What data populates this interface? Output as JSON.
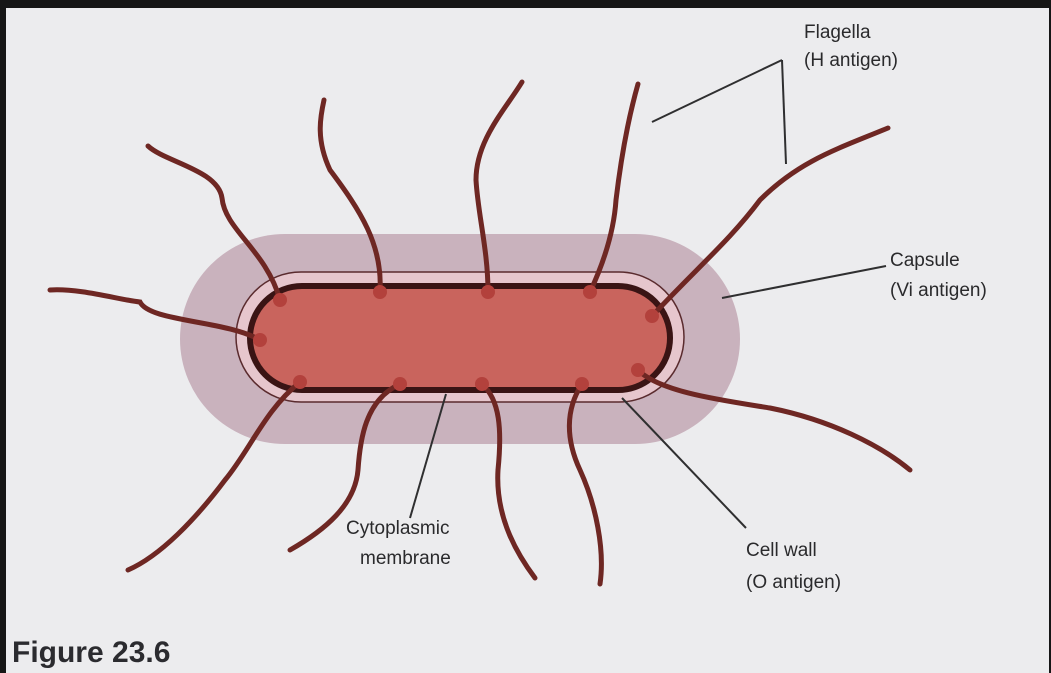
{
  "figure": {
    "title": "Figure 23.6"
  },
  "labels": {
    "flagella_line1": "Flagella",
    "flagella_line2": "(H antigen)",
    "capsule_line1": "Capsule",
    "capsule_line2": "(Vi antigen)",
    "cytoplasmic_line1": "Cytoplasmic",
    "cytoplasmic_line2": "membrane",
    "cellwall_line1": "Cell wall",
    "cellwall_line2": "(O antigen)"
  },
  "colors": {
    "page": "#ececee",
    "capsule": "#c9b2bd",
    "cell_wall_band": "#e6c6cd",
    "membrane": "#3a1414",
    "cytoplasm": "#c9645d",
    "flagellum": "#6e2723",
    "leader_line": "#2f2f30"
  }
}
